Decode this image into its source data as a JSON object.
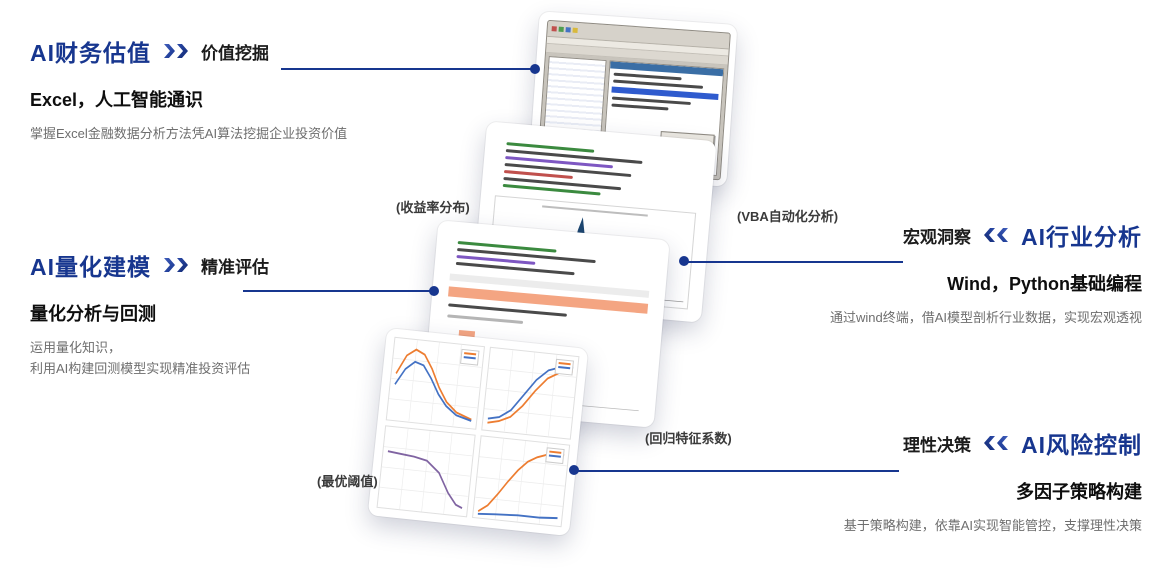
{
  "meta": {
    "accent": "#17368f",
    "background": "#ffffff"
  },
  "sections": {
    "valuation": {
      "title": "AI财务估值",
      "tag": "价值挖掘",
      "subtitle": "Excel，人工智能通识",
      "desc": "掌握Excel金融数据分析方法凭AI算法挖掘企业投资价值"
    },
    "quant": {
      "title": "AI量化建模",
      "tag": "精准评估",
      "subtitle": "量化分析与回测",
      "desc_line1": "运用量化知识，",
      "desc_line2": "利用AI构建回测模型实现精准投资评估"
    },
    "industry": {
      "title": "AI行业分析",
      "tag": "宏观洞察",
      "subtitle": "Wind，Python基础编程",
      "desc": "通过wind终端，借AI模型剖析行业数据，实现宏观透视"
    },
    "risk": {
      "title": "AI风险控制",
      "tag": "理性决策",
      "subtitle": "多因子策略构建",
      "desc": "基于策略构建，依靠AI实现智能管控，支撑理性决策"
    }
  },
  "captions": {
    "vba": "(VBA自动化分析)",
    "returns": "(收益率分布)",
    "regression": "(回归特征系数)",
    "threshold": "(最优阈值)"
  },
  "thumbnails": {
    "histogram": "0,70 40,69 60,67 70,62 78,48 84,14 88,2 92,20 98,45 106,58 116,64 130,68 160,70 200,70",
    "plot_tl": {
      "orange": "4,26 12,12 20,7 28,10 36,20 44,33 52,43 62,50 76,54",
      "blue": "4,34 12,22 20,16 28,18 36,27 44,38 52,46 62,52 76,55"
    },
    "plot_tr": {
      "blue": "4,52 14,50 24,44 34,32 44,20 54,12 64,9 76,8",
      "orange": "4,55 14,53 24,49 34,40 44,28 54,18 64,13 76,11"
    },
    "plot_bl": {
      "purple": "4,18 16,19 28,20 40,22 52,30 62,44 70,52 76,54"
    },
    "plot_br": {
      "orange": "4,55 12,50 20,41 28,31 36,22 44,15 52,11 62,8 76,7",
      "blue": "4,57 20,56 40,55 60,55 76,54"
    }
  }
}
